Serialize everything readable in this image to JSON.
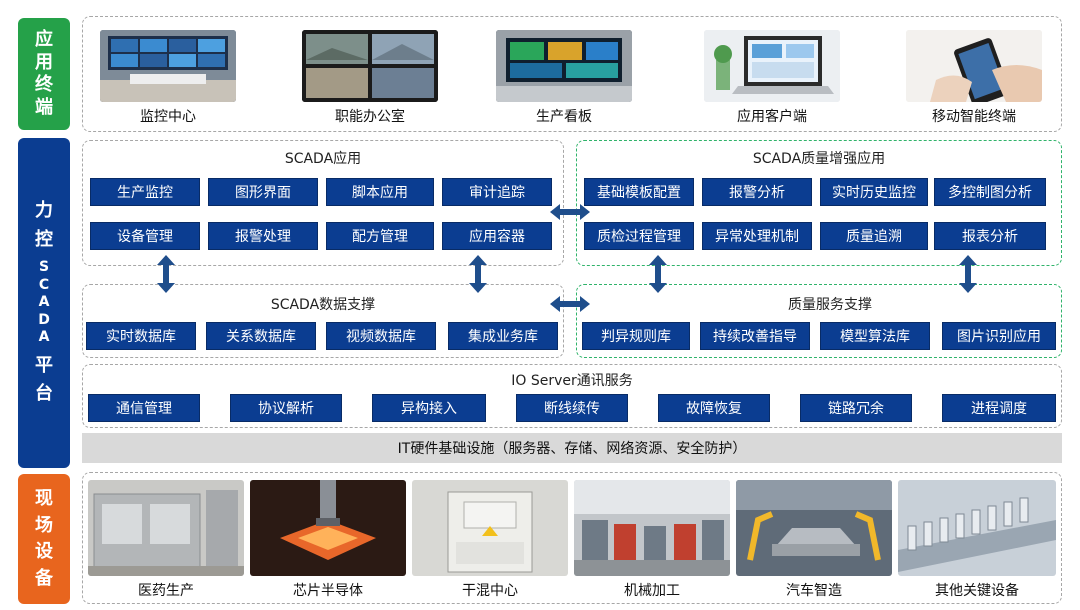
{
  "colors": {
    "green": "#25a149",
    "navy": "#0b3d91",
    "orange": "#e8651e",
    "button": "#0b3d91",
    "green_dash": "#2fb36a"
  },
  "side_labels": {
    "terminal": [
      "应",
      "用",
      "终",
      "端"
    ],
    "platform": [
      "力",
      "控",
      "S",
      "C",
      "A",
      "D",
      "A",
      "平",
      "台"
    ],
    "field": [
      "现",
      "场",
      "设",
      "备"
    ]
  },
  "terminals": [
    {
      "label": "监控中心",
      "icon": "control-room-image"
    },
    {
      "label": "职能办公室",
      "icon": "office-monitor-image"
    },
    {
      "label": "生产看板",
      "icon": "dashboard-wall-image"
    },
    {
      "label": "应用客户端",
      "icon": "laptop-client-image"
    },
    {
      "label": "移动智能终端",
      "icon": "mobile-device-image"
    }
  ],
  "scada_app": {
    "title": "SCADA应用",
    "row1": [
      "生产监控",
      "图形界面",
      "脚本应用",
      "审计追踪"
    ],
    "row2": [
      "设备管理",
      "报警处理",
      "配方管理",
      "应用容器"
    ]
  },
  "quality_app": {
    "title": "SCADA质量增强应用",
    "row1": [
      "基础模板配置",
      "报警分析",
      "实时历史监控",
      "多控制图分析"
    ],
    "row2": [
      "质检过程管理",
      "异常处理机制",
      "质量追溯",
      "报表分析"
    ]
  },
  "data_support": {
    "title": "SCADA数据支撑",
    "items": [
      "实时数据库",
      "关系数据库",
      "视频数据库",
      "集成业务库"
    ]
  },
  "quality_service": {
    "title": "质量服务支撑",
    "items": [
      "判异规则库",
      "持续改善指导",
      "模型算法库",
      "图片识别应用"
    ]
  },
  "io_server": {
    "title": "IO Server通讯服务",
    "items": [
      "通信管理",
      "协议解析",
      "异构接入",
      "断线续传",
      "故障恢复",
      "链路冗余",
      "进程调度"
    ]
  },
  "it_infra": "IT硬件基础设施（服务器、存储、网络资源、安全防护）",
  "field_devices": [
    {
      "label": "医药生产",
      "icon": "pharma-machine-image"
    },
    {
      "label": "芯片半导体",
      "icon": "chip-image"
    },
    {
      "label": "干混中心",
      "icon": "mixing-machine-image"
    },
    {
      "label": "机械加工",
      "icon": "machining-workshop-image"
    },
    {
      "label": "汽车智造",
      "icon": "car-robot-image"
    },
    {
      "label": "其他关键设备",
      "icon": "equipment-line-image"
    }
  ]
}
